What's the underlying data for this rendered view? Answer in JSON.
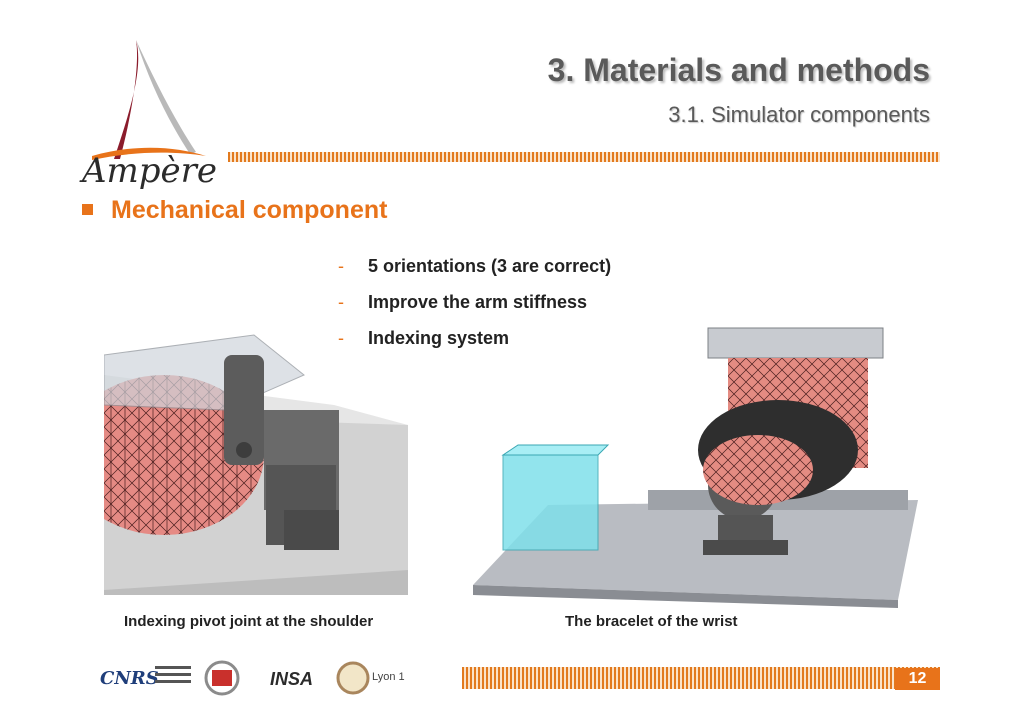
{
  "header": {
    "title": "3. Materials and methods",
    "subtitle": "3.1. Simulator components",
    "logo_text": "Ampère"
  },
  "section": {
    "heading": "Mechanical component"
  },
  "bullets": [
    {
      "dash": "-",
      "text": "5 orientations (3 are correct)"
    },
    {
      "dash": "-",
      "text": "Improve the arm stiffness"
    },
    {
      "dash": "-",
      "text": "Indexing system"
    }
  ],
  "captions": {
    "left": "Indexing pivot joint at the shoulder",
    "right": "The bracelet of the wrist"
  },
  "footer": {
    "lyon_label": "Lyon 1",
    "insa_label": "INSA",
    "cnrs_label": "CNRS",
    "page_number": "12"
  },
  "colors": {
    "accent": "#e8731a",
    "title_gray": "#5a5a5a"
  }
}
